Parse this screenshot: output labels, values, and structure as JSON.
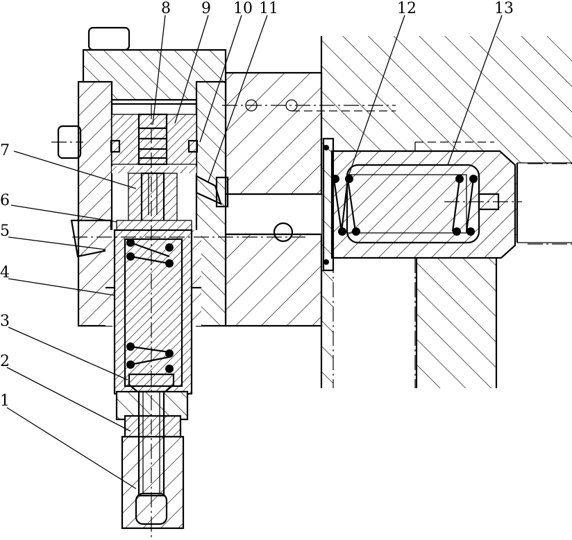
{
  "labels": [
    {
      "id": "1",
      "text": "1"
    },
    {
      "id": "2",
      "text": "2"
    },
    {
      "id": "3",
      "text": "3"
    },
    {
      "id": "4",
      "text": "4"
    },
    {
      "id": "5",
      "text": "5"
    },
    {
      "id": "6",
      "text": "6"
    },
    {
      "id": "7",
      "text": "7"
    },
    {
      "id": "8",
      "text": "8"
    },
    {
      "id": "9",
      "text": "9"
    },
    {
      "id": "10",
      "text": "10"
    },
    {
      "id": "11",
      "text": "11"
    },
    {
      "id": "12",
      "text": "12"
    },
    {
      "id": "13",
      "text": "13"
    }
  ]
}
